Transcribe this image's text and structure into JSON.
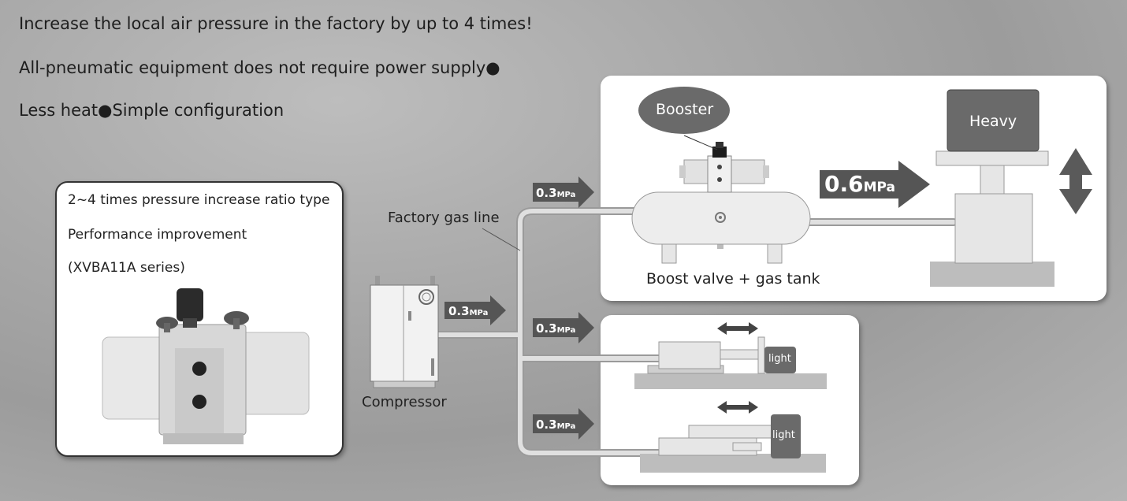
{
  "headlines": [
    "Increase the local air pressure in the factory by up to 4 times!",
    "All-pneumatic equipment does not require power supply●",
    "Less heat●Simple configuration"
  ],
  "product_card": {
    "line1": "2~4 times pressure increase ratio type",
    "line2": "Performance improvement",
    "line3": "(XVBA11A series)"
  },
  "labels": {
    "factory_gas_line": "Factory gas line",
    "compressor": "Compressor",
    "booster": "Booster",
    "boost_valve_tank": "Boost valve + gas tank",
    "heavy": "Heavy",
    "light": "light"
  },
  "pressures": {
    "supply_value": "0.3",
    "supply_unit": "MPa",
    "boosted_value": "0.6",
    "boosted_unit": "MPa"
  },
  "colors": {
    "arrow": "#5a5a5a",
    "load": "#6a6a6a",
    "pipe": "#cfcfcf"
  }
}
